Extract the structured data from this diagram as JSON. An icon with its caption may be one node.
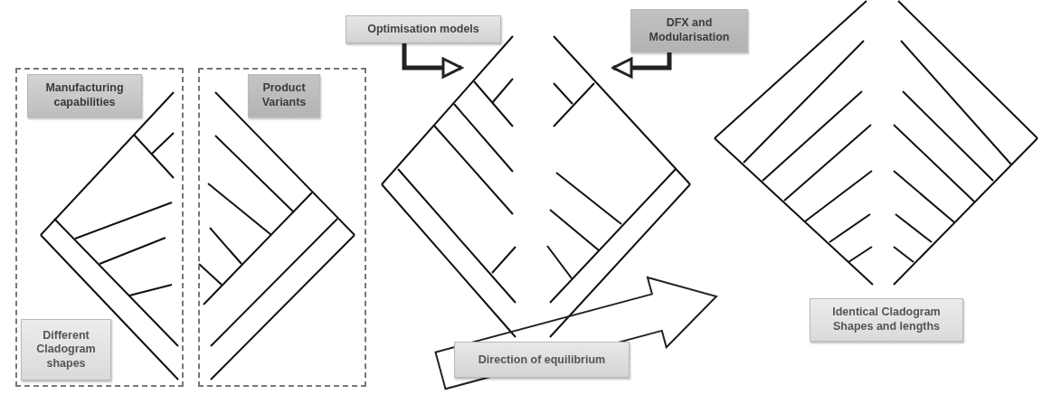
{
  "diagram": {
    "nodes": [
      {
        "text": [],
        "shape": "box"
      },
      {
        "text": [
          "Manufacturing capabilities"
        ],
        "in": 0
      },
      {
        "text": [
          "Different Cladogram shapes"
        ],
        "in": 0
      },
      {
        "text": [],
        "shape": "box"
      },
      {
        "text": [
          "Product Variants"
        ],
        "in": 3
      },
      {
        "text": [
          "Optimisation models"
        ]
      },
      {
        "text": [
          "DFX and Modularisation"
        ]
      },
      {
        "text": [],
        "shape": "picture"
      },
      {
        "text": [],
        "shape": "picture"
      },
      {
        "text": [
          "Identical Cladogram Shapes and lengths"
        ]
      }
    ],
    "edges": [
      {
        "from": 5,
        "to": 7,
        "arrow": "to"
      },
      {
        "from": 6,
        "to": 7,
        "arrow": "to"
      },
      {
        "from": 7,
        "to": 8,
        "arrow": "to",
        "label": "Direction of equilibrium",
        "style": "thick"
      }
    ]
  }
}
